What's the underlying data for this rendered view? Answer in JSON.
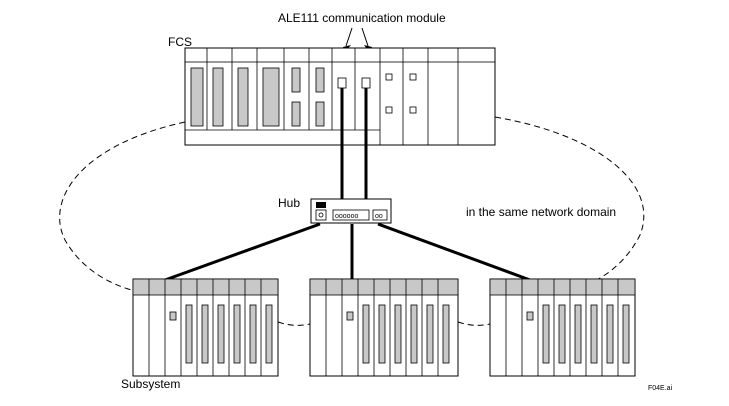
{
  "labels": {
    "module": "ALE111 communication module",
    "fcs": "FCS",
    "hub": "Hub",
    "hub_ports": "oooooo",
    "hub_port2": "oo",
    "domain": "in the same network domain",
    "subsystem": "Subsystem",
    "figure_id": "F04E.ai"
  }
}
